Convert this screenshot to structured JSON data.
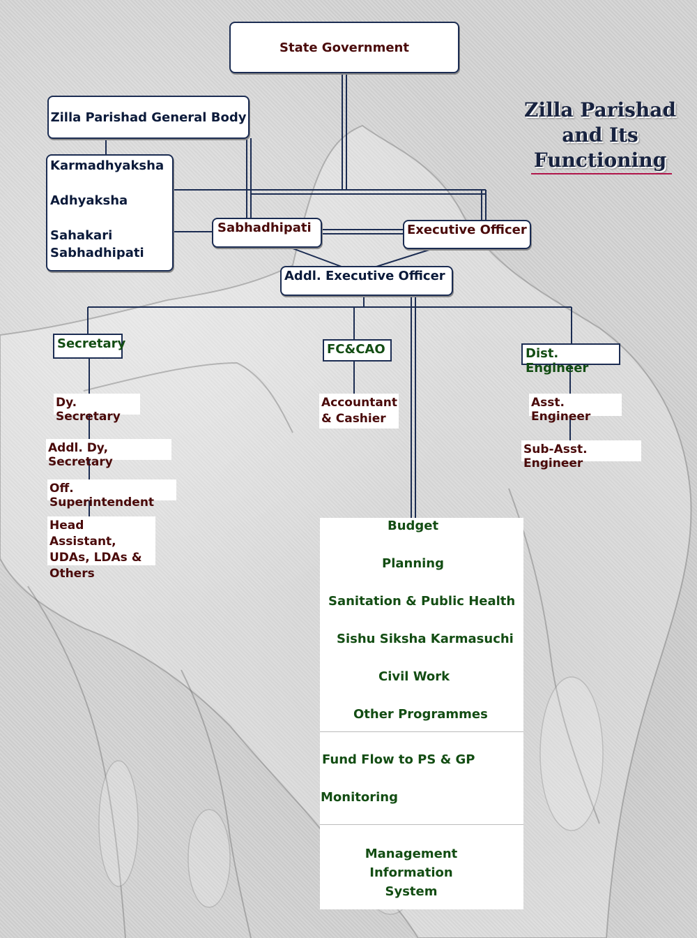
{
  "title": {
    "line1": "Zilla Parishad",
    "line2": "and Its",
    "line3": "Functioning"
  },
  "nodes": {
    "state_government": "State Government",
    "general_body": "Zilla Parishad General Body",
    "karmadhyaksha": "Karmadhyaksha",
    "adhyaksha": "Adhyaksha",
    "sahakari_1": "Sahakari",
    "sahakari_2": "Sabhadhipati",
    "sabhadhipati": "Sabhadhipati",
    "executive_officer": "Executive Officer",
    "addl_executive_officer": "Addl. Executive Officer",
    "secretary": "Secretary",
    "fc_cao": "FC&CAO",
    "dist_engineer": "Dist. Engineer",
    "dy_secretary": "Dy. Secretary",
    "addl_dy_secretary": "Addl. Dy, Secretary",
    "off_superintendent": "Off. Superintendent",
    "head_assistant_1": "Head Assistant,",
    "head_assistant_2": "UDAs, LDAs &",
    "head_assistant_3": "Others",
    "accountant_1": "Accountant",
    "accountant_2": "& Cashier",
    "asst_engineer": "Asst. Engineer",
    "sub_asst_engineer": "Sub-Asst. Engineer"
  },
  "functions": {
    "budget": "Budget",
    "planning": "Planning",
    "sanitation": "Sanitation & Public Health",
    "sishu": "Sishu Siksha Karmasuchi",
    "civil_work": "Civil Work",
    "other_programmes": "Other Programmes",
    "fund_flow": "Fund Flow to PS & GP",
    "monitoring": "Monitoring",
    "mis_1": "Management",
    "mis_2": "Information",
    "mis_3": "System"
  },
  "colors": {
    "navy": "#0b1a3a",
    "maroon": "#4a0a0a",
    "green": "#134d13",
    "underline": "#b0154a"
  }
}
